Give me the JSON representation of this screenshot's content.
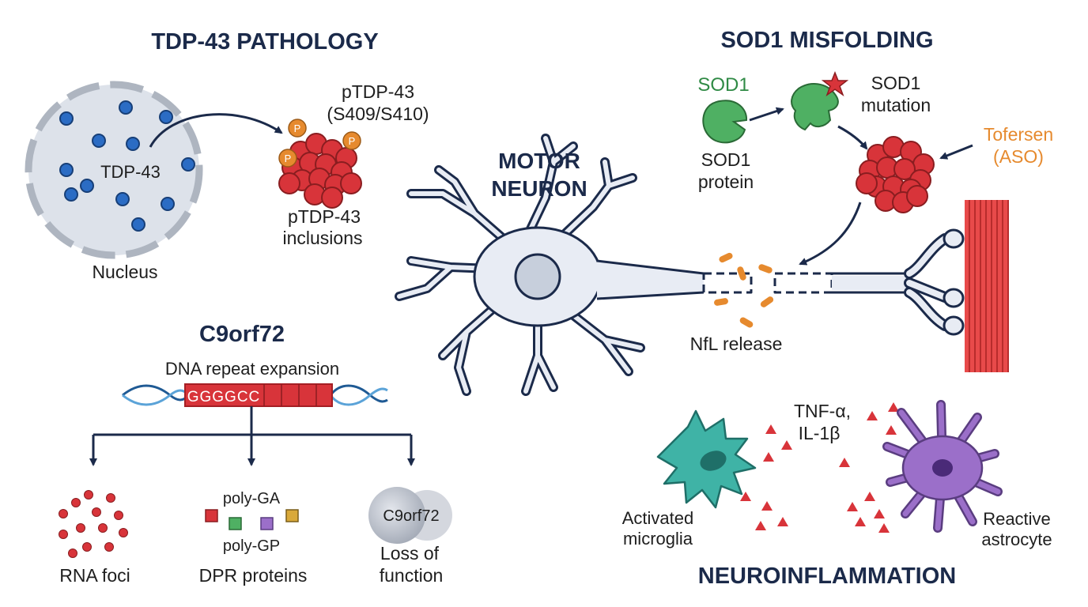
{
  "colors": {
    "navy": "#1b2a4a",
    "red": "#d8343a",
    "blue_dot": "#2b6cc4",
    "green": "#4fb063",
    "orange": "#e68a2e",
    "teal": "#3fb3a6",
    "purple": "#9b6fc9",
    "membrane": "#e8ecf4",
    "muscle": "#e84a4a"
  },
  "tdp43": {
    "title": "TDP-43 PATHOLOGY",
    "protein_label": "TDP-43",
    "nucleus_label": "Nucleus",
    "ptdp_line1": "pTDP-43",
    "ptdp_line2": "(S409/S410)",
    "inclusions_line1": "pTDP-43",
    "inclusions_line2": "inclusions",
    "phospho": "P"
  },
  "c9orf72": {
    "title": "C9orf72",
    "subtitle": "DNA repeat expansion",
    "repeat": "GGGGCC",
    "rna_foci": "RNA foci",
    "poly_ga": "poly-GA",
    "poly_gp": "poly-GP",
    "dpr": "DPR proteins",
    "protein_label": "C9orf72",
    "loss_line1": "Loss of",
    "loss_line2": "function"
  },
  "neuron": {
    "title_line1": "MOTOR",
    "title_line2": "NEURON",
    "nfl": "NfL release"
  },
  "sod1": {
    "title": "SOD1 MISFOLDING",
    "sod1_green": "SOD1",
    "protein_line1": "SOD1",
    "protein_line2": "protein",
    "mutation_line1": "SOD1",
    "mutation_line2": "mutation",
    "tofersen_line1": "Tofersen",
    "tofersen_line2": "(ASO)"
  },
  "inflammation": {
    "title": "NEUROINFLAMMATION",
    "cytokine_line1": "TNF-α,",
    "cytokine_line2": "IL-1β",
    "microglia_line1": "Activated",
    "microglia_line2": "microglia",
    "astro_line1": "Reactive",
    "astro_line2": "astrocyte"
  },
  "icons": [
    "nucleus-icon",
    "phospho-icon",
    "dna-helix-icon",
    "neuron-icon",
    "muscle-icon",
    "star-icon",
    "microglia-icon",
    "astrocyte-icon"
  ]
}
